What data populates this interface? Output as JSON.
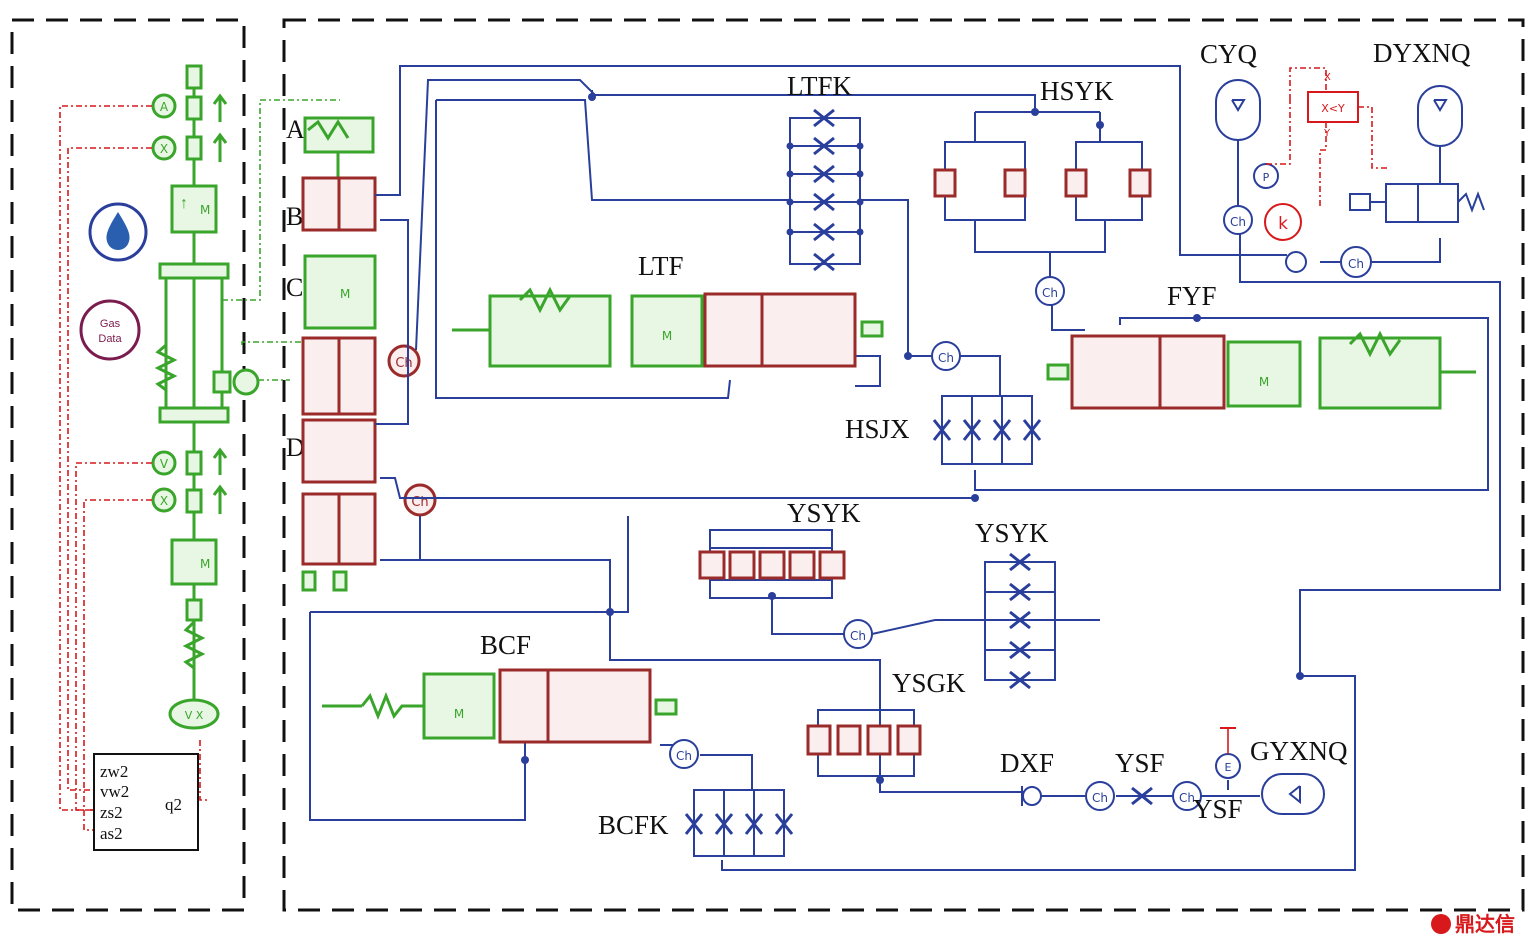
{
  "labels": {
    "A": "A",
    "B": "B",
    "C": "C",
    "D": "D",
    "ltfk": "LTFK",
    "hsyk": "HSYK",
    "cyq": "CYQ",
    "dyxnq": "DYXNQ",
    "ltf": "LTF",
    "fyf": "FYF",
    "hsjx": "HSJX",
    "ysyk_left": "YSYK",
    "ysyk_right": "YSYK",
    "bcf": "BCF",
    "ysgk": "YSGK",
    "dxf": "DXF",
    "ysf_top": "YSF",
    "ysf_bottom": "YSF",
    "gyxnq": "GYXNQ",
    "bcfk": "BCFK"
  },
  "block": {
    "ports": [
      "zw2",
      "vw2",
      "zs2",
      "as2"
    ],
    "output": "q2"
  },
  "gas_data": [
    "Gas",
    "Data"
  ],
  "symbols": {
    "chamber": "Ch",
    "pressure": "P",
    "k": "k",
    "compare": "X<Y",
    "x_in": "X",
    "y_in": "Y",
    "e": "E",
    "a_sensor": "A",
    "x_sensor": "X",
    "v_sensor": "V",
    "mass": "M",
    "vx": "V X"
  },
  "watermark": "鼎达信",
  "colors": {
    "mechanical": "#3aa52b",
    "hydraulic": "#9b2a2a",
    "line": "#2a3f9b",
    "signal": "#d7191c",
    "gas": "#7a1c4e"
  }
}
